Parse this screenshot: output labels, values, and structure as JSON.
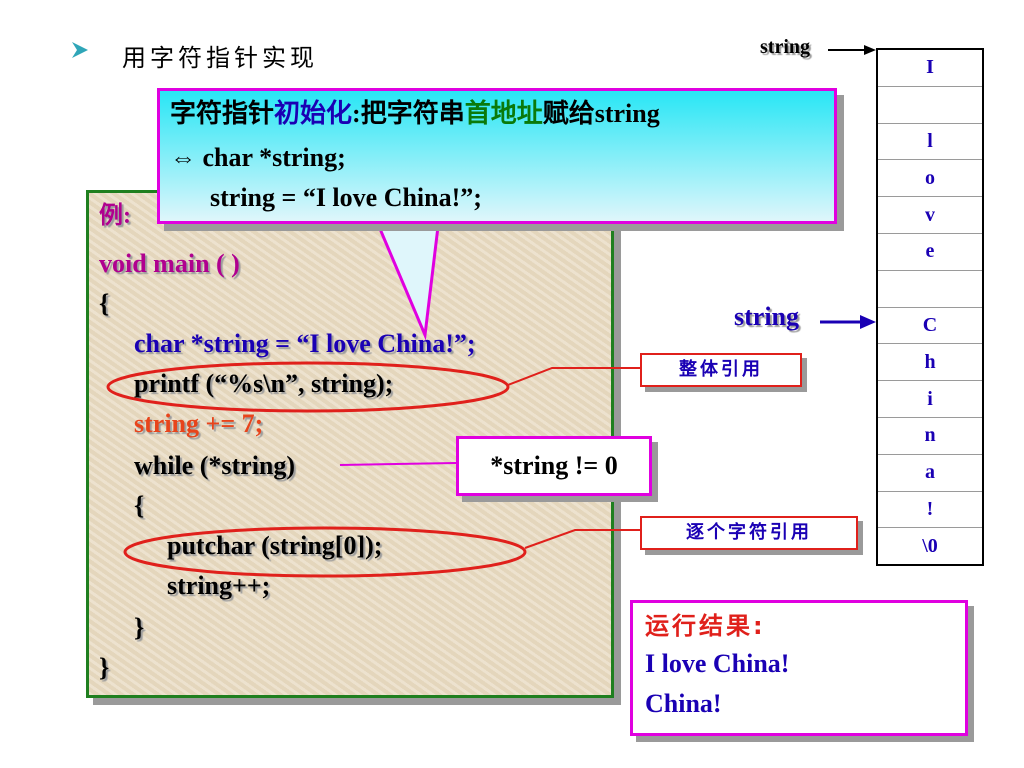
{
  "title": "用字符指针实现",
  "code": {
    "lines": [
      "例:",
      "void main (  )",
      "{",
      "char  *string = “I  love China!”;",
      "printf (“%s\\n”, string);",
      "string += 7;",
      "while (*string)",
      "{",
      "putchar (string[0]);",
      "string++;",
      "}",
      "}"
    ]
  },
  "callout": {
    "part1": "字符指针",
    "part2": "初始化",
    "part3": ":把字符串",
    "part4": "首地址",
    "part5": "赋给string",
    "line2": "⇔ char  *string;",
    "line3": "string = “I love China!”;"
  },
  "memory": {
    "label_top": "string",
    "label_mid": "string",
    "cells": [
      "I",
      "",
      "l",
      "o",
      "v",
      "e",
      "",
      "C",
      "h",
      "i",
      "n",
      "a",
      "!",
      "\\0"
    ]
  },
  "annotations": {
    "whole": "整体引用",
    "each": "逐个字符引用",
    "condition": "*string != 0"
  },
  "result": {
    "title": "运行结果:",
    "line1": "I love China!",
    "line2": "China!"
  },
  "colors": {
    "code_border": "#1f7f1f",
    "callout_border": "#e000e0",
    "keyword_blue": "#1a00b4",
    "accent_red": "#e0201b",
    "magenta": "#b0008f"
  }
}
